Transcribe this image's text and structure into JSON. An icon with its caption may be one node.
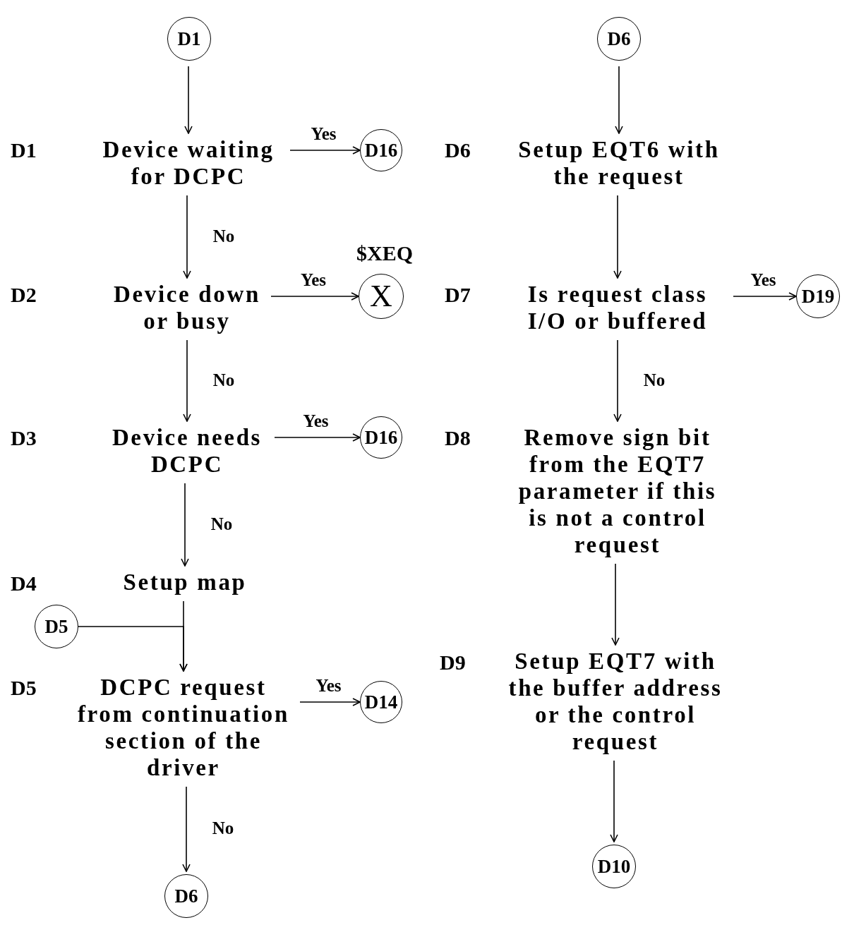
{
  "diagram": {
    "nodes": [
      {
        "text": [
          "D1"
        ]
      },
      {
        "text": [
          "D6"
        ]
      },
      {
        "text": [
          "Device waiting for DCPC"
        ]
      },
      {
        "text": [
          "D16"
        ]
      },
      {
        "text": [
          "Setup EQT6 with the request"
        ]
      },
      {
        "text": [
          "Device down or busy"
        ]
      },
      {
        "text": [
          "X"
        ],
        "beside": [
          "$XEQ"
        ]
      },
      {
        "text": [
          "Is request class I/O or buffered"
        ]
      },
      {
        "text": [
          "D19"
        ]
      },
      {
        "text": [
          "Device needs DCPC"
        ]
      },
      {
        "text": [
          "D16"
        ]
      },
      {
        "text": [
          "Remove sign bit from the EQT7 parameter if this is not a control request"
        ]
      },
      {
        "text": [
          "Setup map"
        ]
      },
      {
        "text": [
          "D5"
        ]
      },
      {
        "text": [
          "Setup EQT7 with the buffer address or the control request"
        ]
      },
      {
        "text": [
          "DCPC request from continuation section of the driver"
        ]
      },
      {
        "text": [
          "D14"
        ]
      },
      {
        "text": [
          "D6"
        ]
      },
      {
        "text": [
          "D10"
        ]
      }
    ],
    "edges": [
      {
        "from": 0,
        "to": 2,
        "arrow": "to"
      },
      {
        "from": 2,
        "to": 3,
        "arrow": "to",
        "label": "Yes"
      },
      {
        "from": 2,
        "to": 5,
        "arrow": "to",
        "label": "No"
      },
      {
        "from": 5,
        "to": 6,
        "arrow": "to",
        "label": "Yes"
      },
      {
        "from": 5,
        "to": 9,
        "arrow": "to",
        "label": "No"
      },
      {
        "from": 9,
        "to": 10,
        "arrow": "to",
        "label": "Yes"
      },
      {
        "from": 9,
        "to": 12,
        "arrow": "to",
        "label": "No"
      },
      {
        "from": 12,
        "to": 15,
        "arrow": "to"
      },
      {
        "from": 13,
        "to": 15,
        "arrow": "to"
      },
      {
        "from": 15,
        "to": 16,
        "arrow": "to",
        "label": "Yes"
      },
      {
        "from": 15,
        "to": 17,
        "arrow": "to",
        "label": "No"
      },
      {
        "from": 1,
        "to": 4,
        "arrow": "to"
      },
      {
        "from": 4,
        "to": 7,
        "arrow": "to"
      },
      {
        "from": 7,
        "to": 8,
        "arrow": "to",
        "label": "Yes"
      },
      {
        "from": 7,
        "to": 11,
        "arrow": "to",
        "label": "No"
      },
      {
        "from": 11,
        "to": 14,
        "arrow": "to"
      },
      {
        "from": 14,
        "to": 18,
        "arrow": "to"
      }
    ],
    "labels": [
      "D1",
      "D6",
      "D2",
      "D7",
      "D3",
      "D8",
      "D4",
      "D9",
      "D5"
    ]
  }
}
